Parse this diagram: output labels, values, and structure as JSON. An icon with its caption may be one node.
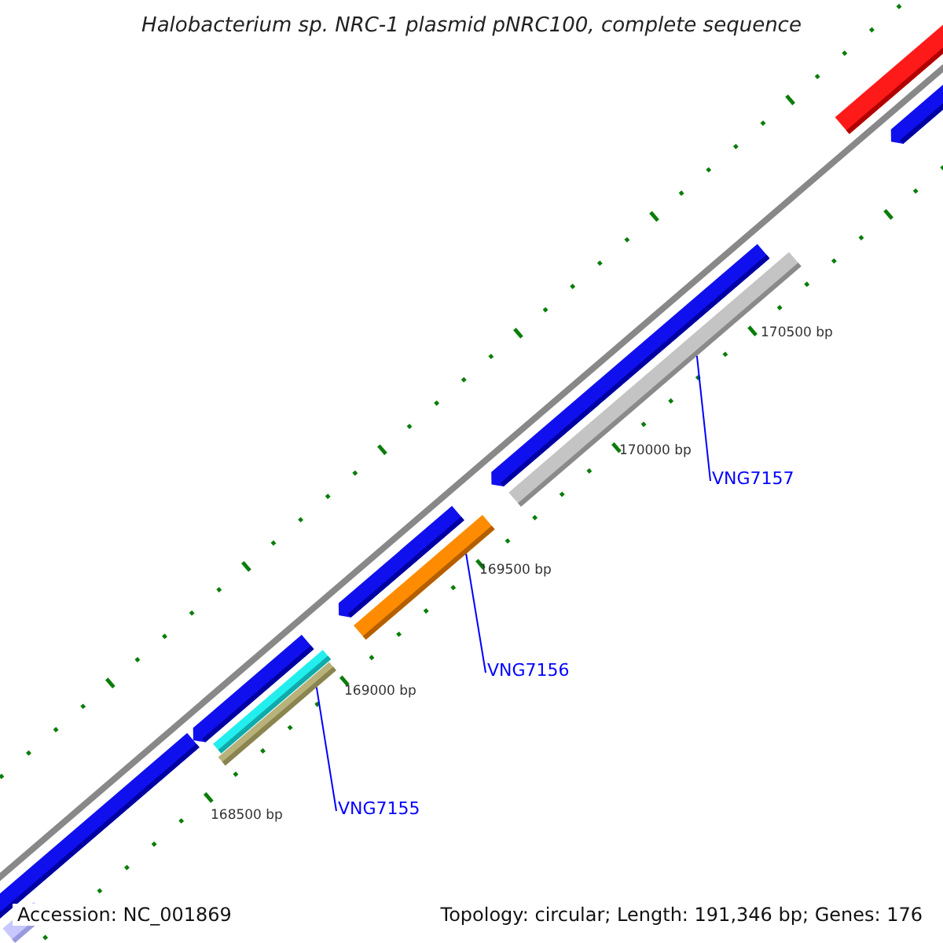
{
  "diagram": {
    "title": "Halobacterium sp. NRC-1 plasmid pNRC100, complete sequence",
    "nodes": [
      {
        "text": [
          "VNG7157"
        ]
      },
      {
        "text": [],
        "shape": "bar"
      },
      {
        "text": [
          "VNG7156"
        ]
      },
      {
        "text": [],
        "shape": "bar"
      },
      {
        "text": [
          "VNG7155"
        ]
      },
      {
        "text": [],
        "shape": "bar"
      }
    ],
    "edges": [
      {
        "from": 0,
        "to": 1,
        "arrow": "none"
      },
      {
        "from": 2,
        "to": 3,
        "arrow": "none"
      },
      {
        "from": 4,
        "to": 5,
        "arrow": "none"
      }
    ],
    "labels": [
      "170500 bp",
      "170000 bp",
      "169500 bp",
      "169000 bp",
      "168500 bp",
      "Accession: NC_001869",
      "Topology: circular; Length: 191,346 bp; Genes: 176"
    ]
  }
}
